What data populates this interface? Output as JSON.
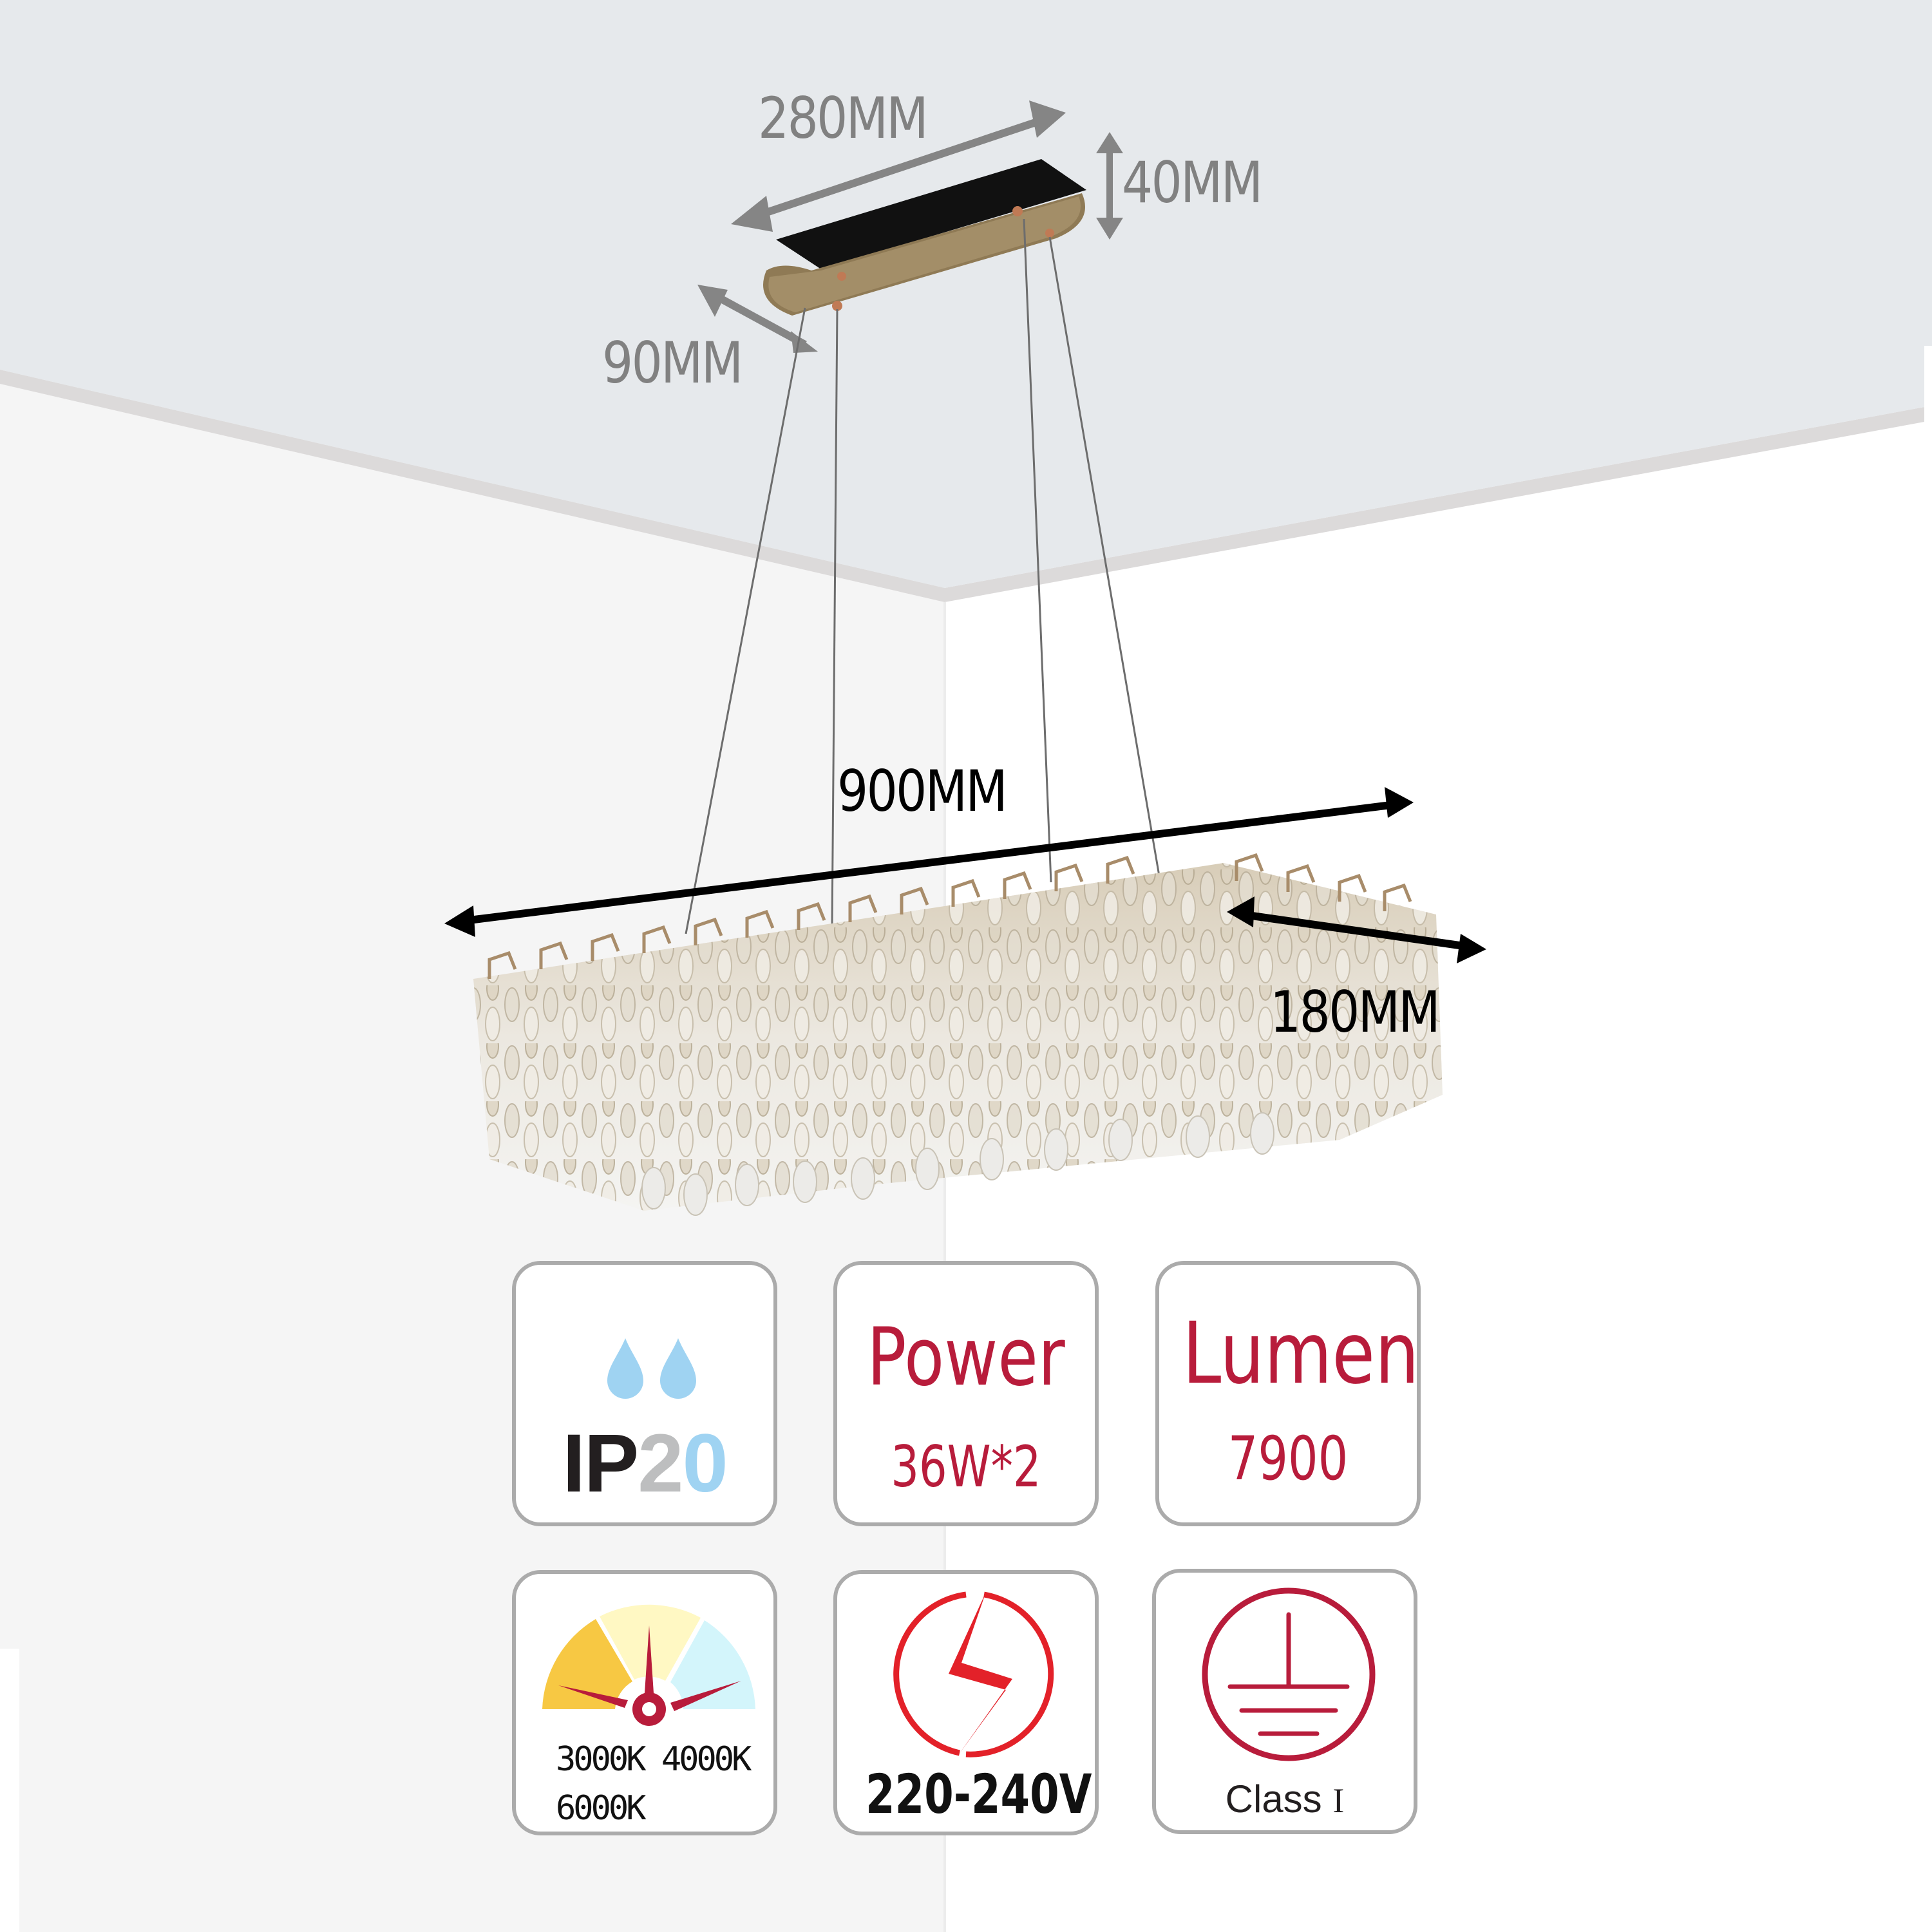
{
  "dimensions": {
    "canopy_length": "280MM",
    "canopy_height": "40MM",
    "canopy_width": "90MM",
    "fixture_length": "900MM",
    "fixture_width": "180MM"
  },
  "specs": {
    "ip_rating": {
      "prefix": "IP",
      "digit1": "2",
      "digit2": "0",
      "icon": "water-drops-icon"
    },
    "power": {
      "label": "Power",
      "value": "36W*2"
    },
    "lumen": {
      "label": "Lumen",
      "value": "7900"
    },
    "color_temperature": {
      "line1": "3000K 4000K",
      "line2": "6000K",
      "icon": "color-temperature-gauge-icon"
    },
    "voltage": {
      "value": "220-240V",
      "icon": "lightning-bolt-icon"
    },
    "protection_class": {
      "label": "Class",
      "numeral": "I",
      "icon": "earth-ground-icon"
    }
  },
  "colors": {
    "ceiling": "#e6e9ec",
    "crown": "#dcdada",
    "wall_left": "#f5f5f5",
    "wall_right": "#ffffff",
    "dimension_gray": "#818181",
    "spec_red": "#b81c3b",
    "water_blue": "#9fd3f2",
    "card_border": "#ababab"
  }
}
